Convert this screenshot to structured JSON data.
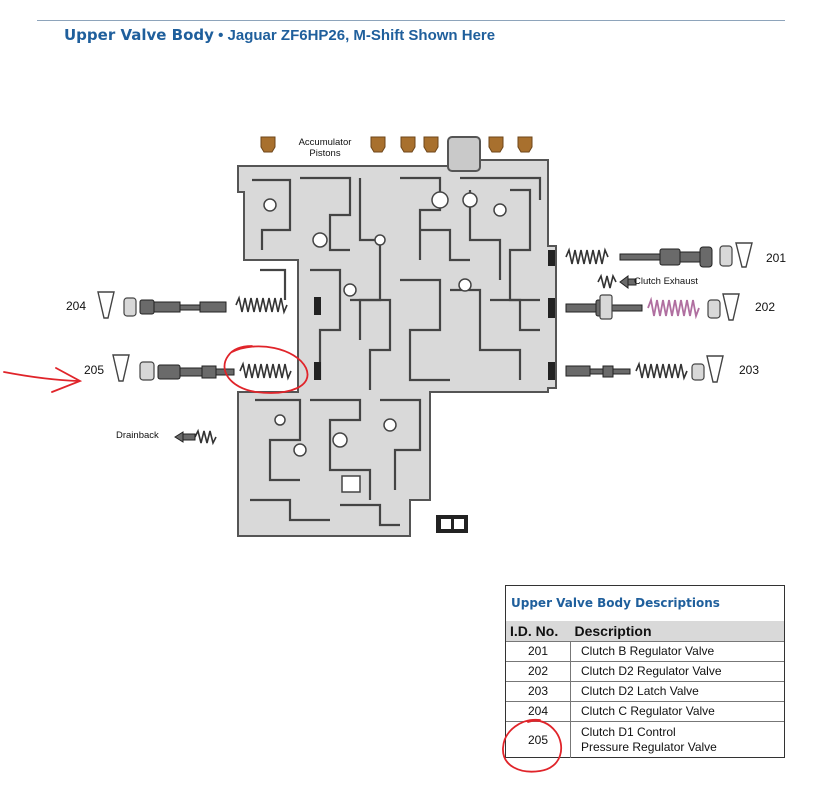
{
  "header": {
    "title_bold": "Upper Valve Body",
    "title_separator": "•",
    "title_rest": "Jaguar ZF6HP26, M-Shift Shown Here"
  },
  "diagram": {
    "accumulator_label_line1": "Accumulator",
    "accumulator_label_line2": "Pistons",
    "clutch_exhaust_label": "Clutch Exhaust",
    "drainback_label": "Drainback",
    "callouts": [
      "201",
      "202",
      "203",
      "204",
      "205"
    ],
    "colors": {
      "plate": "#d8d8d8",
      "plate_stroke": "#555555",
      "piston": "#a8702e",
      "spring_pink": "#b06fa0",
      "annotation_red": "#e0242a"
    }
  },
  "description_table": {
    "title": "Upper Valve Body Descriptions",
    "headers": [
      "I.D. No.",
      "Description"
    ],
    "rows": [
      {
        "id": "201",
        "description": "Clutch B Regulator Valve"
      },
      {
        "id": "202",
        "description": "Clutch D2 Regulator Valve"
      },
      {
        "id": "203",
        "description": "Clutch D2 Latch Valve"
      },
      {
        "id": "204",
        "description": "Clutch C Regulator Valve"
      },
      {
        "id": "205",
        "description_line1": "Clutch D1 Control",
        "description_line2": "Pressure Regulator Valve"
      }
    ]
  }
}
